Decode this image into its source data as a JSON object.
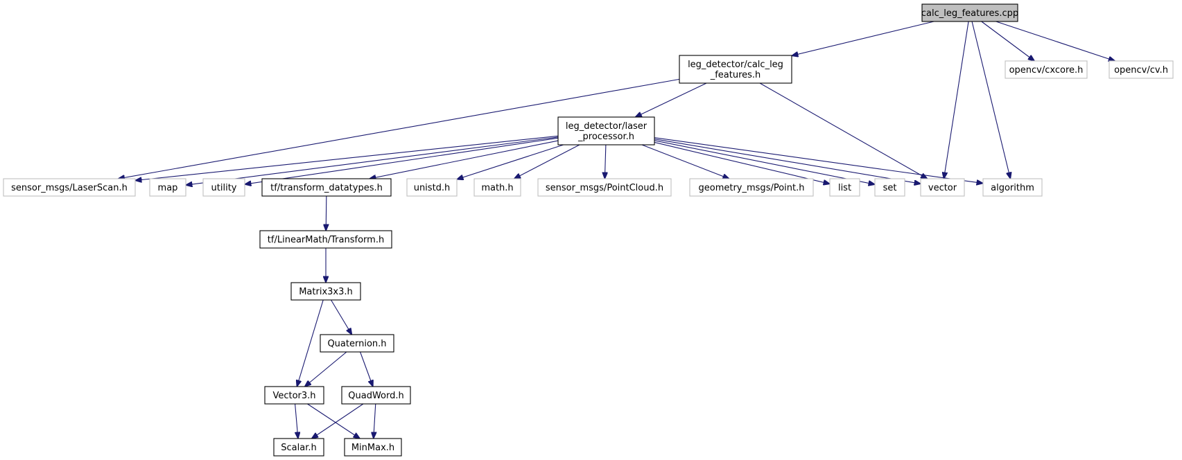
{
  "nodes": [
    {
      "id": "calc_cpp",
      "lines": [
        "calc_leg_features.cpp"
      ],
      "kind": "root"
    },
    {
      "id": "calc_h",
      "lines": [
        "leg_detector/calc_leg",
        "_features.h"
      ],
      "kind": "doc"
    },
    {
      "id": "cxcore",
      "lines": [
        "opencv/cxcore.h"
      ],
      "kind": "ext"
    },
    {
      "id": "cv",
      "lines": [
        "opencv/cv.h"
      ],
      "kind": "ext"
    },
    {
      "id": "laser_h",
      "lines": [
        "leg_detector/laser",
        "_processor.h"
      ],
      "kind": "doc"
    },
    {
      "id": "laserscan",
      "lines": [
        "sensor_msgs/LaserScan.h"
      ],
      "kind": "ext"
    },
    {
      "id": "map",
      "lines": [
        "map"
      ],
      "kind": "ext"
    },
    {
      "id": "utility",
      "lines": [
        "utility"
      ],
      "kind": "ext"
    },
    {
      "id": "tf_dt",
      "lines": [
        "tf/transform_datatypes.h"
      ],
      "kind": "doc"
    },
    {
      "id": "unistd",
      "lines": [
        "unistd.h"
      ],
      "kind": "ext"
    },
    {
      "id": "math",
      "lines": [
        "math.h"
      ],
      "kind": "ext"
    },
    {
      "id": "pointcloud",
      "lines": [
        "sensor_msgs/PointCloud.h"
      ],
      "kind": "ext"
    },
    {
      "id": "point",
      "lines": [
        "geometry_msgs/Point.h"
      ],
      "kind": "ext"
    },
    {
      "id": "list",
      "lines": [
        "list"
      ],
      "kind": "ext"
    },
    {
      "id": "set",
      "lines": [
        "set"
      ],
      "kind": "ext"
    },
    {
      "id": "vector",
      "lines": [
        "vector"
      ],
      "kind": "ext"
    },
    {
      "id": "algorithm",
      "lines": [
        "algorithm"
      ],
      "kind": "ext"
    },
    {
      "id": "transform",
      "lines": [
        "tf/LinearMath/Transform.h"
      ],
      "kind": "doc"
    },
    {
      "id": "matrix",
      "lines": [
        "Matrix3x3.h"
      ],
      "kind": "doc"
    },
    {
      "id": "quaternion",
      "lines": [
        "Quaternion.h"
      ],
      "kind": "doc"
    },
    {
      "id": "vector3",
      "lines": [
        "Vector3.h"
      ],
      "kind": "doc"
    },
    {
      "id": "quadword",
      "lines": [
        "QuadWord.h"
      ],
      "kind": "doc"
    },
    {
      "id": "scalar",
      "lines": [
        "Scalar.h"
      ],
      "kind": "doc"
    },
    {
      "id": "minmax",
      "lines": [
        "MinMax.h"
      ],
      "kind": "doc"
    }
  ],
  "edges": [
    [
      "calc_cpp",
      "calc_h"
    ],
    [
      "calc_cpp",
      "vector"
    ],
    [
      "calc_cpp",
      "algorithm"
    ],
    [
      "calc_cpp",
      "cxcore"
    ],
    [
      "calc_cpp",
      "cv"
    ],
    [
      "calc_h",
      "laser_h"
    ],
    [
      "calc_h",
      "laserscan"
    ],
    [
      "calc_h",
      "vector"
    ],
    [
      "laser_h",
      "laserscan"
    ],
    [
      "laser_h",
      "map"
    ],
    [
      "laser_h",
      "utility"
    ],
    [
      "laser_h",
      "tf_dt"
    ],
    [
      "laser_h",
      "unistd"
    ],
    [
      "laser_h",
      "math"
    ],
    [
      "laser_h",
      "pointcloud"
    ],
    [
      "laser_h",
      "point"
    ],
    [
      "laser_h",
      "list"
    ],
    [
      "laser_h",
      "set"
    ],
    [
      "laser_h",
      "vector"
    ],
    [
      "laser_h",
      "algorithm"
    ],
    [
      "tf_dt",
      "transform"
    ],
    [
      "transform",
      "matrix"
    ],
    [
      "matrix",
      "quaternion"
    ],
    [
      "matrix",
      "vector3"
    ],
    [
      "quaternion",
      "vector3"
    ],
    [
      "quaternion",
      "quadword"
    ],
    [
      "vector3",
      "scalar"
    ],
    [
      "vector3",
      "minmax"
    ],
    [
      "quadword",
      "scalar"
    ],
    [
      "quadword",
      "minmax"
    ]
  ]
}
